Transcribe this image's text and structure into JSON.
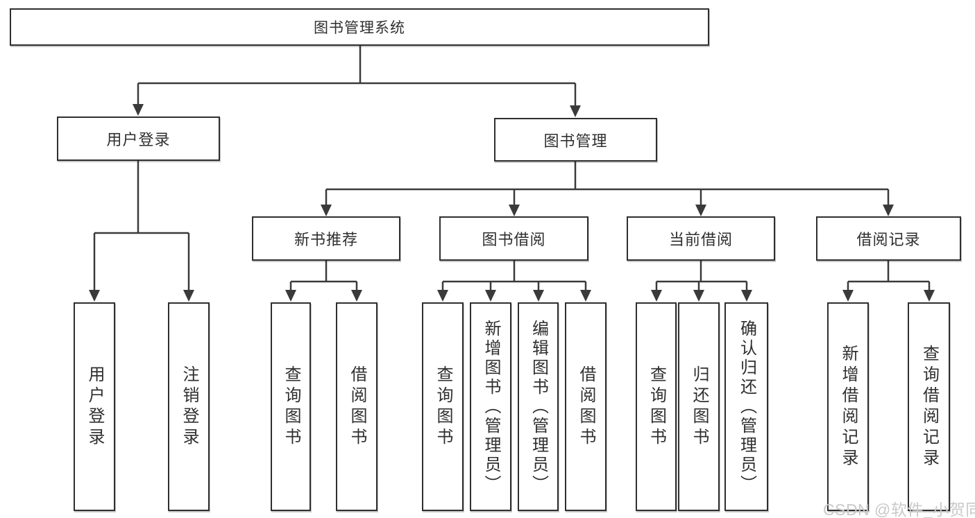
{
  "colors": {
    "line": "#3a3a3a",
    "box_border": "#2e2e2e",
    "text": "#2f2f2f",
    "watermark": "#c9c9c9",
    "background": "#ffffff"
  },
  "diagram": {
    "type": "hierarchy-tree",
    "root": "图书管理系统",
    "level1": {
      "user_login": "用户登录",
      "book_mgmt": "图书管理"
    },
    "level2": {
      "new_book_rec": "新书推荐",
      "book_borrow": "图书借阅",
      "current_borrow": "当前借阅",
      "borrow_record": "借阅记录"
    },
    "leaves": {
      "ul_login": "用户登录",
      "ul_logout": "注销登录",
      "rec_query": "查询图书",
      "rec_borrow": "借阅图书",
      "bb_query": "查询图书",
      "bb_add": "新增图书（管理员）",
      "bb_edit": "编辑图书（管理员）",
      "bb_borrow": "借阅图书",
      "cb_query": "查询图书",
      "cb_return": "归还图书",
      "cb_confirm": "确认归还（管理员）",
      "br_add": "新增借阅记录",
      "br_query": "查询借阅记录"
    }
  },
  "watermark": "CSDN @软件_小贺同学"
}
